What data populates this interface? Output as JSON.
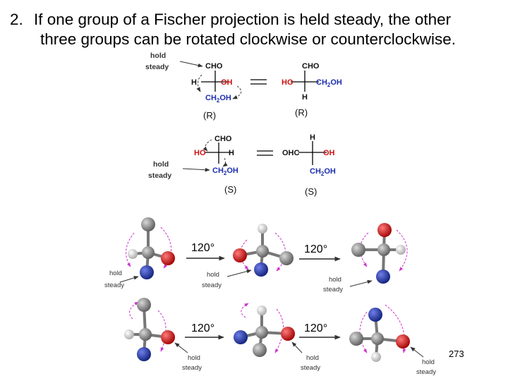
{
  "heading": {
    "number": "2.",
    "line1": "If one group of a Fischer projection is held steady, the other",
    "line2": "three groups can be rotated clockwise or counterclockwise."
  },
  "fischer": {
    "hold_steady": [
      "hold",
      "steady"
    ],
    "top_left": {
      "top": "CHO",
      "left": "H",
      "right": "OH",
      "bottom": "CH2OH",
      "config": "(R)"
    },
    "top_right": {
      "top": "CHO",
      "left": "HO",
      "right": "CH2OH",
      "bottom": "H",
      "config": "(R)"
    },
    "bottom_left": {
      "top": "CHO",
      "left": "HO",
      "right": "H",
      "bottom": "CH2OH",
      "config": "(S)"
    },
    "bottom_right": {
      "top": "H",
      "left": "OHC",
      "right": "OH",
      "bottom": "CH2OH",
      "config": "(S)"
    }
  },
  "models": {
    "angle": "120°",
    "hold_steady": [
      "hold",
      "steady"
    ]
  },
  "colors": {
    "oxygen_red": "#cc1111",
    "carbon_gray": "#8a8a8a",
    "nitrogen_blue": "#1c2fae",
    "hydrogen_white": "#e6e6e6",
    "rotation_arrow_magenta": "#cc33cc"
  },
  "page_number": "273"
}
